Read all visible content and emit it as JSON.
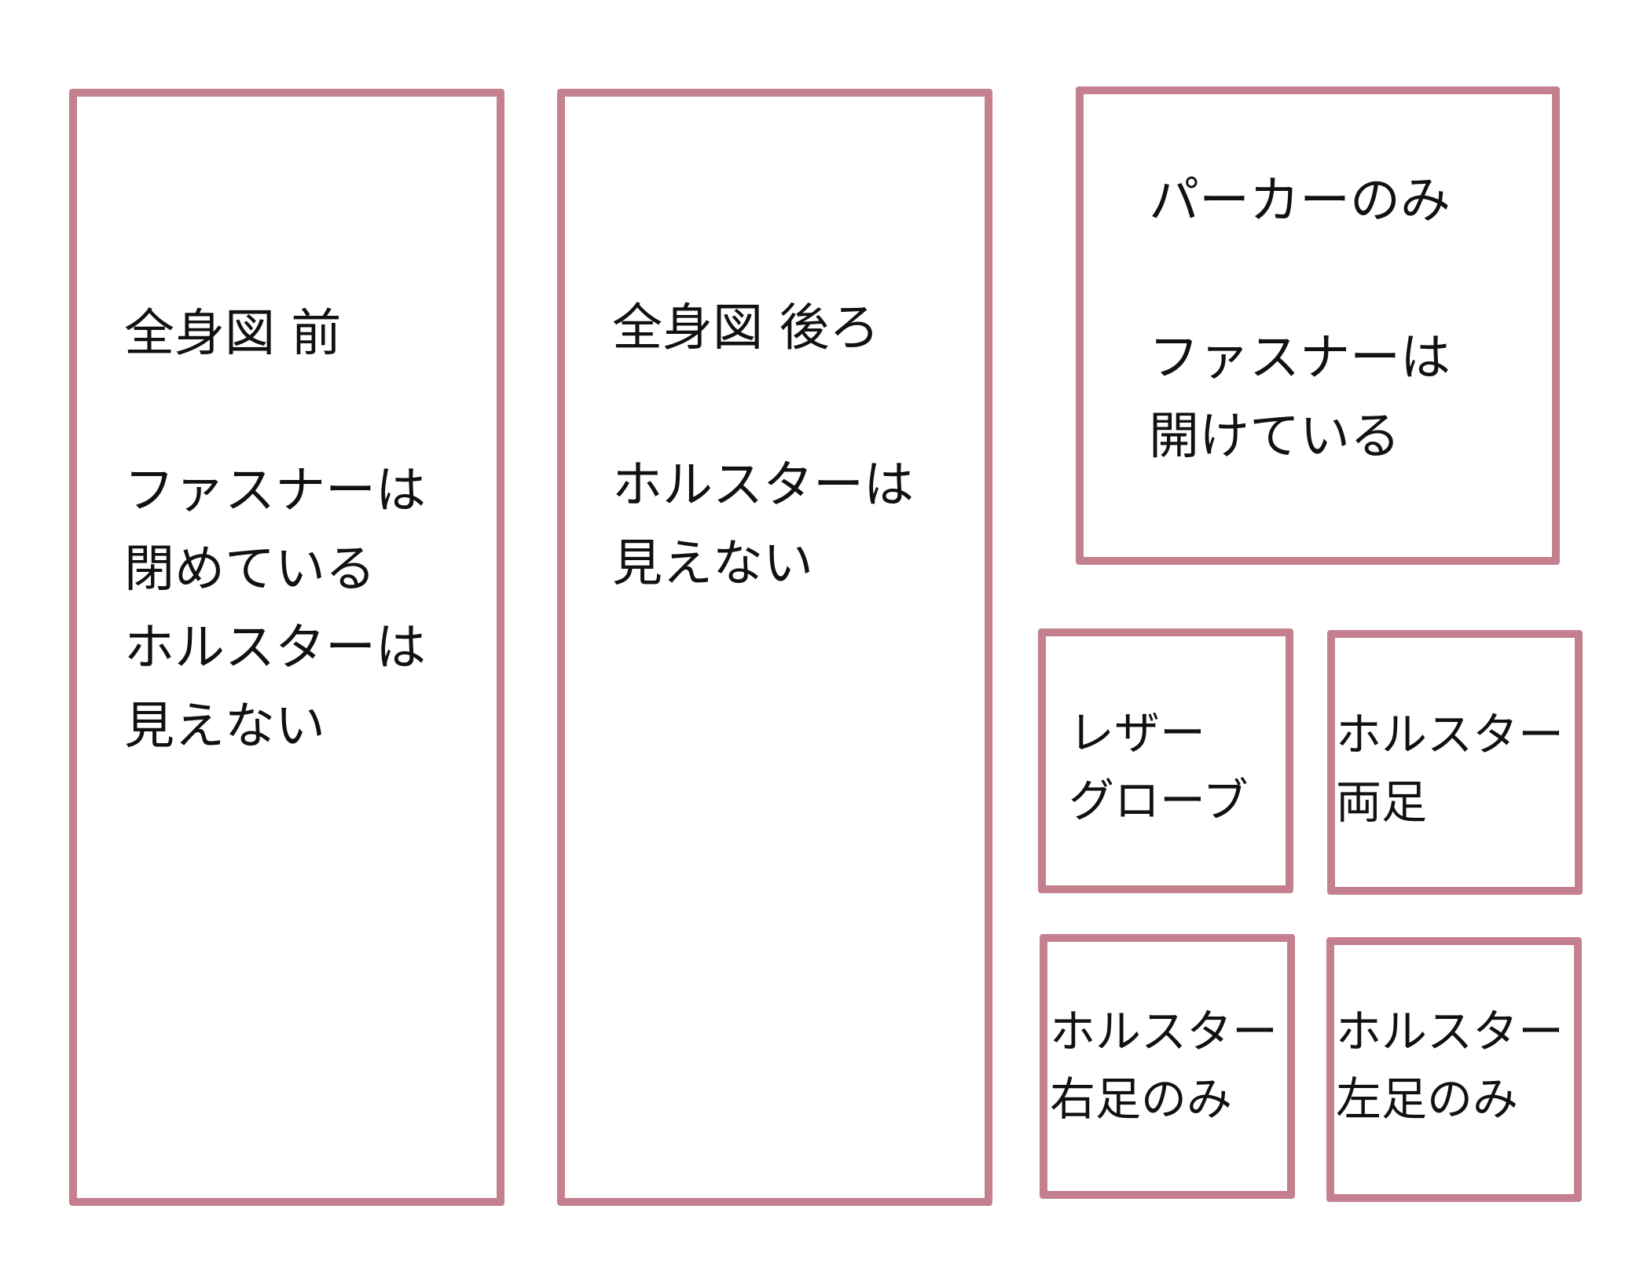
{
  "colors": {
    "frame_border": "#c4808f",
    "text": "#111111",
    "background": "#ffffff"
  },
  "panels": {
    "front": {
      "title": "全身図 前",
      "lines": [
        "ファスナーは",
        "閉めている",
        "ホルスターは",
        "見えない"
      ]
    },
    "back": {
      "title": "全身図 後ろ",
      "lines": [
        "ホルスターは",
        "見えない"
      ]
    },
    "parka": {
      "title": "パーカーのみ",
      "lines": [
        "ファスナーは",
        "開けている"
      ]
    },
    "gloves": {
      "lines": [
        "レザー",
        "グローブ"
      ]
    },
    "holster_both": {
      "lines": [
        "ホルスター",
        "両足"
      ]
    },
    "holster_right": {
      "lines": [
        "ホルスター",
        "右足のみ"
      ]
    },
    "holster_left": {
      "lines": [
        "ホルスター",
        "左足のみ"
      ]
    }
  }
}
